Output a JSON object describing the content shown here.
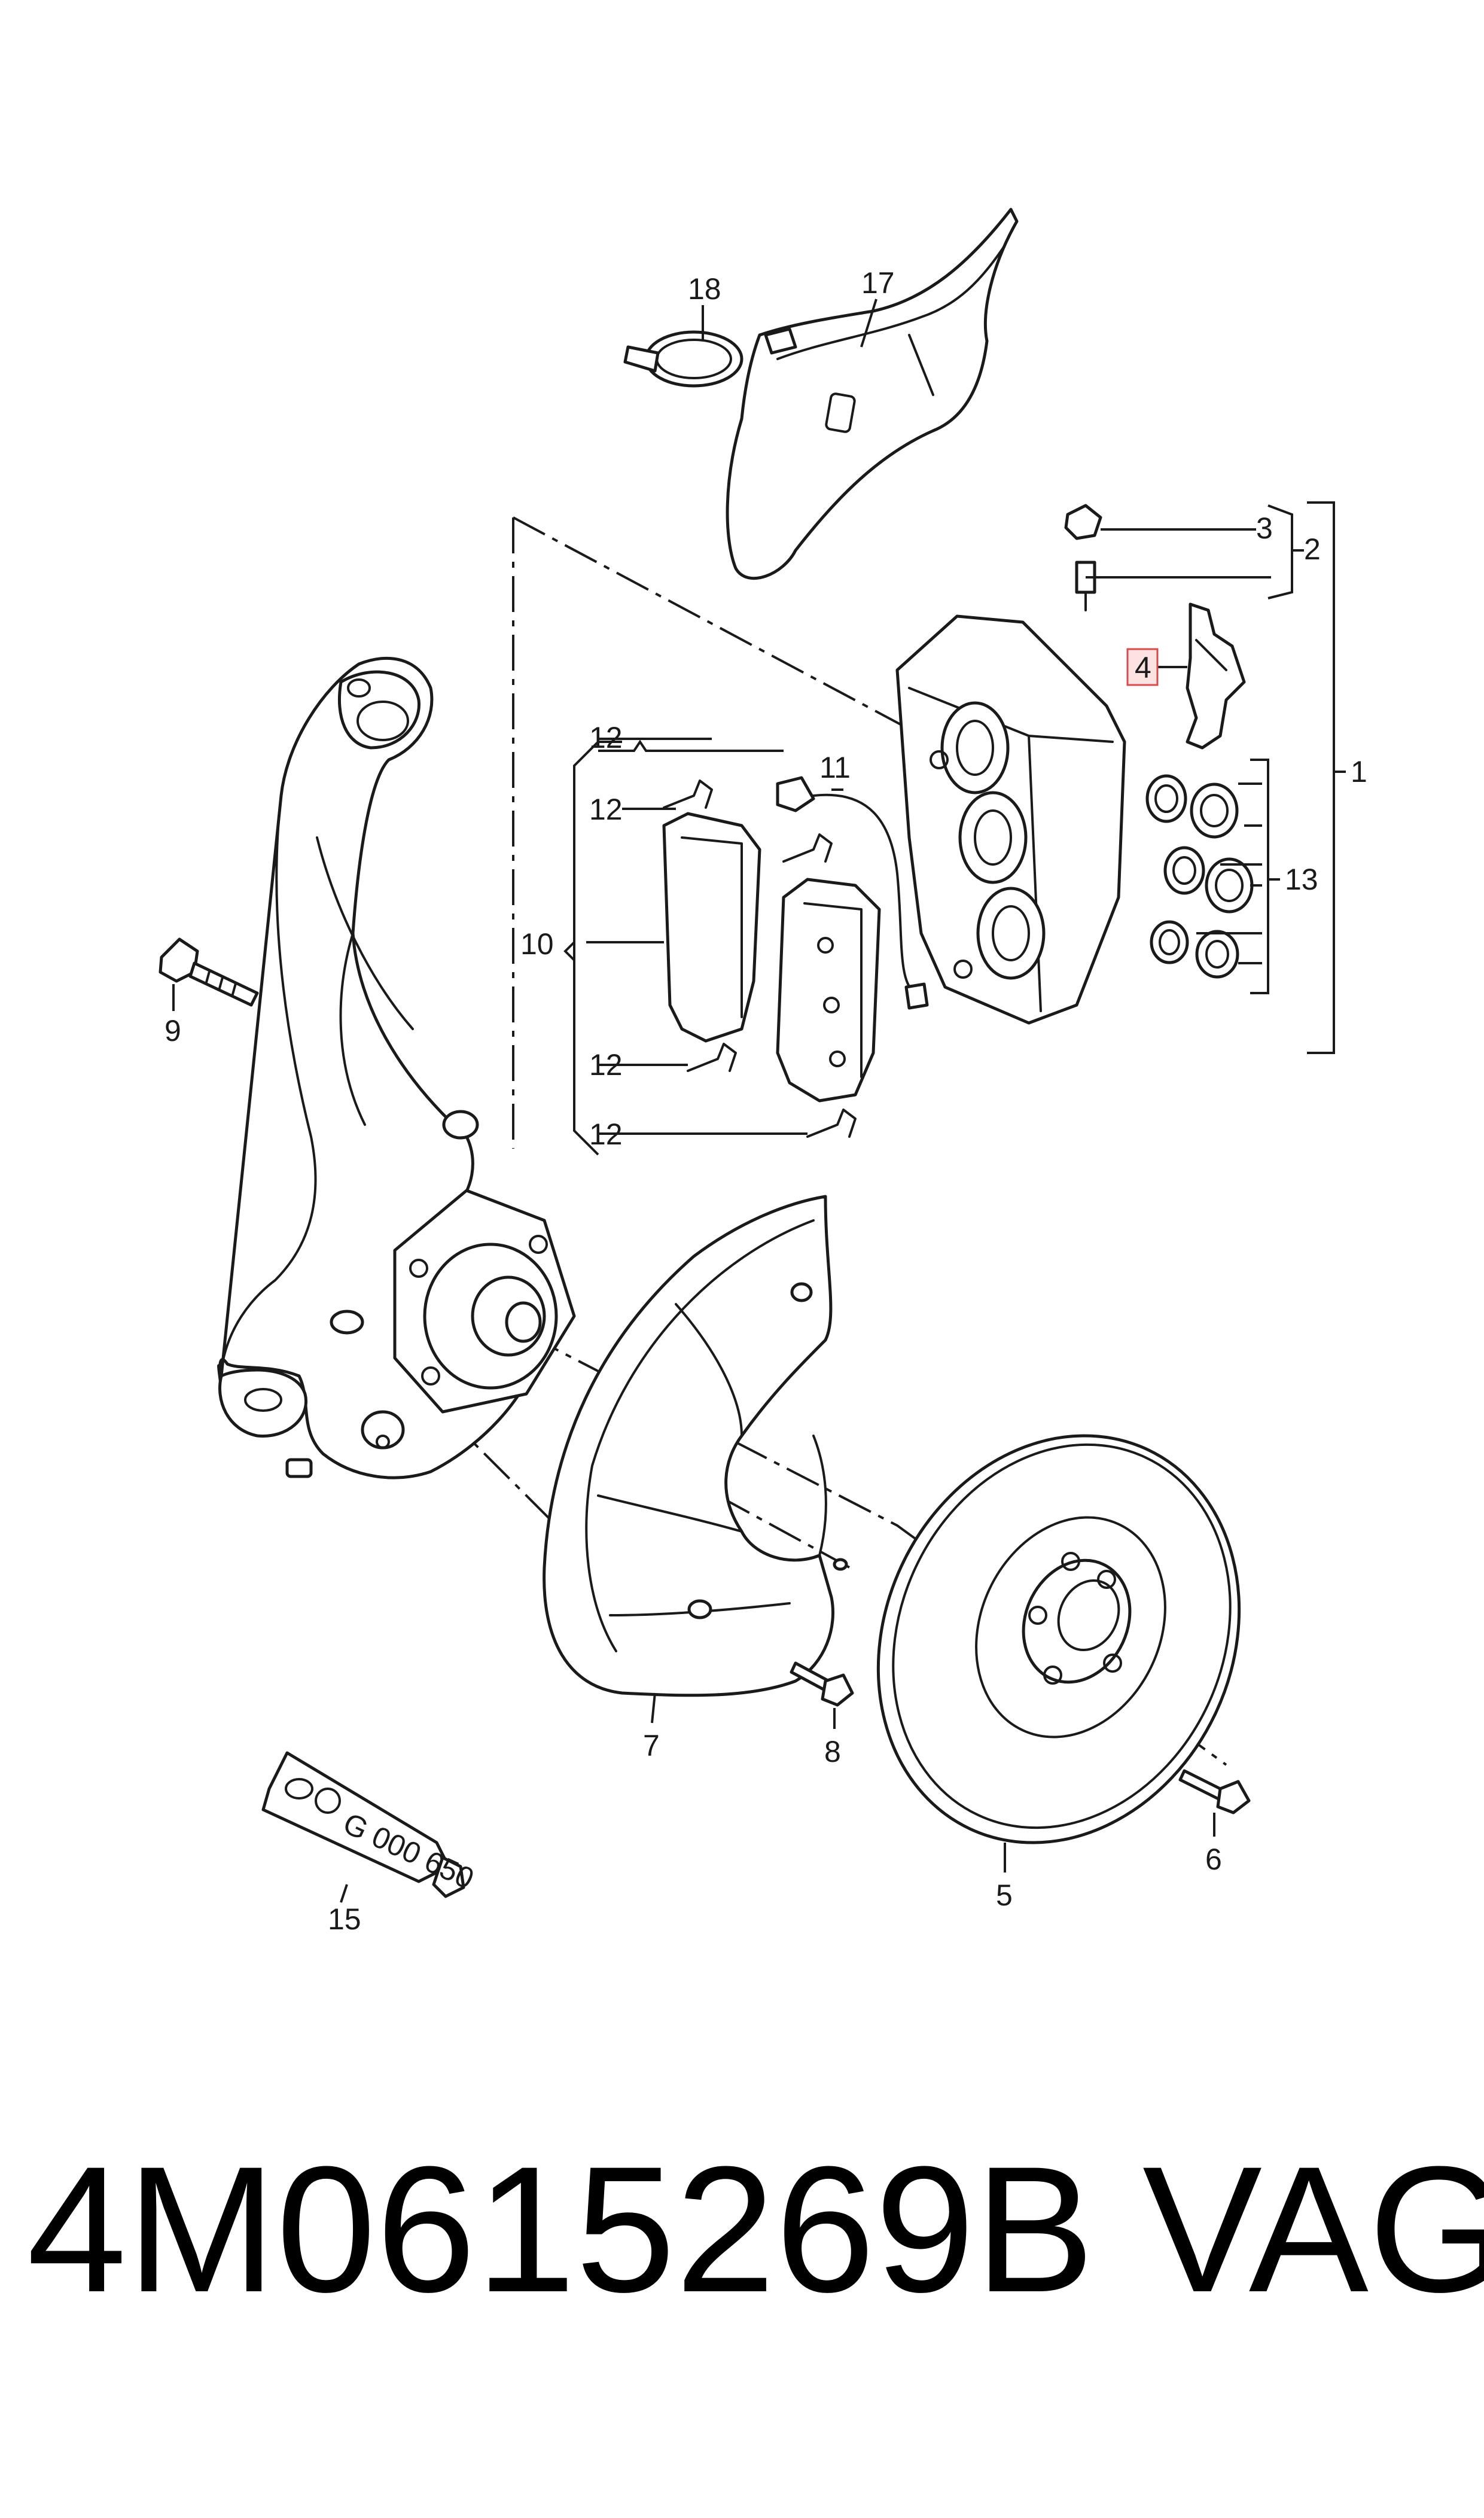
{
  "callouts": {
    "c1": "1",
    "c2": "2",
    "c3": "3",
    "c4": "4",
    "c5": "5",
    "c6": "6",
    "c7": "7",
    "c8": "8",
    "c9": "9",
    "c10": "10",
    "c11": "11",
    "c12": "12",
    "c13": "13",
    "c15": "15",
    "c17": "17",
    "c18": "18"
  },
  "tube_label": "G 000 650",
  "footer": {
    "part_number": "4M0615269B",
    "brand": "VAG"
  },
  "colors": {
    "ink": "#1a1a1a",
    "highlight_border": "#d94a4a",
    "highlight_fill": "#fde2e2"
  }
}
